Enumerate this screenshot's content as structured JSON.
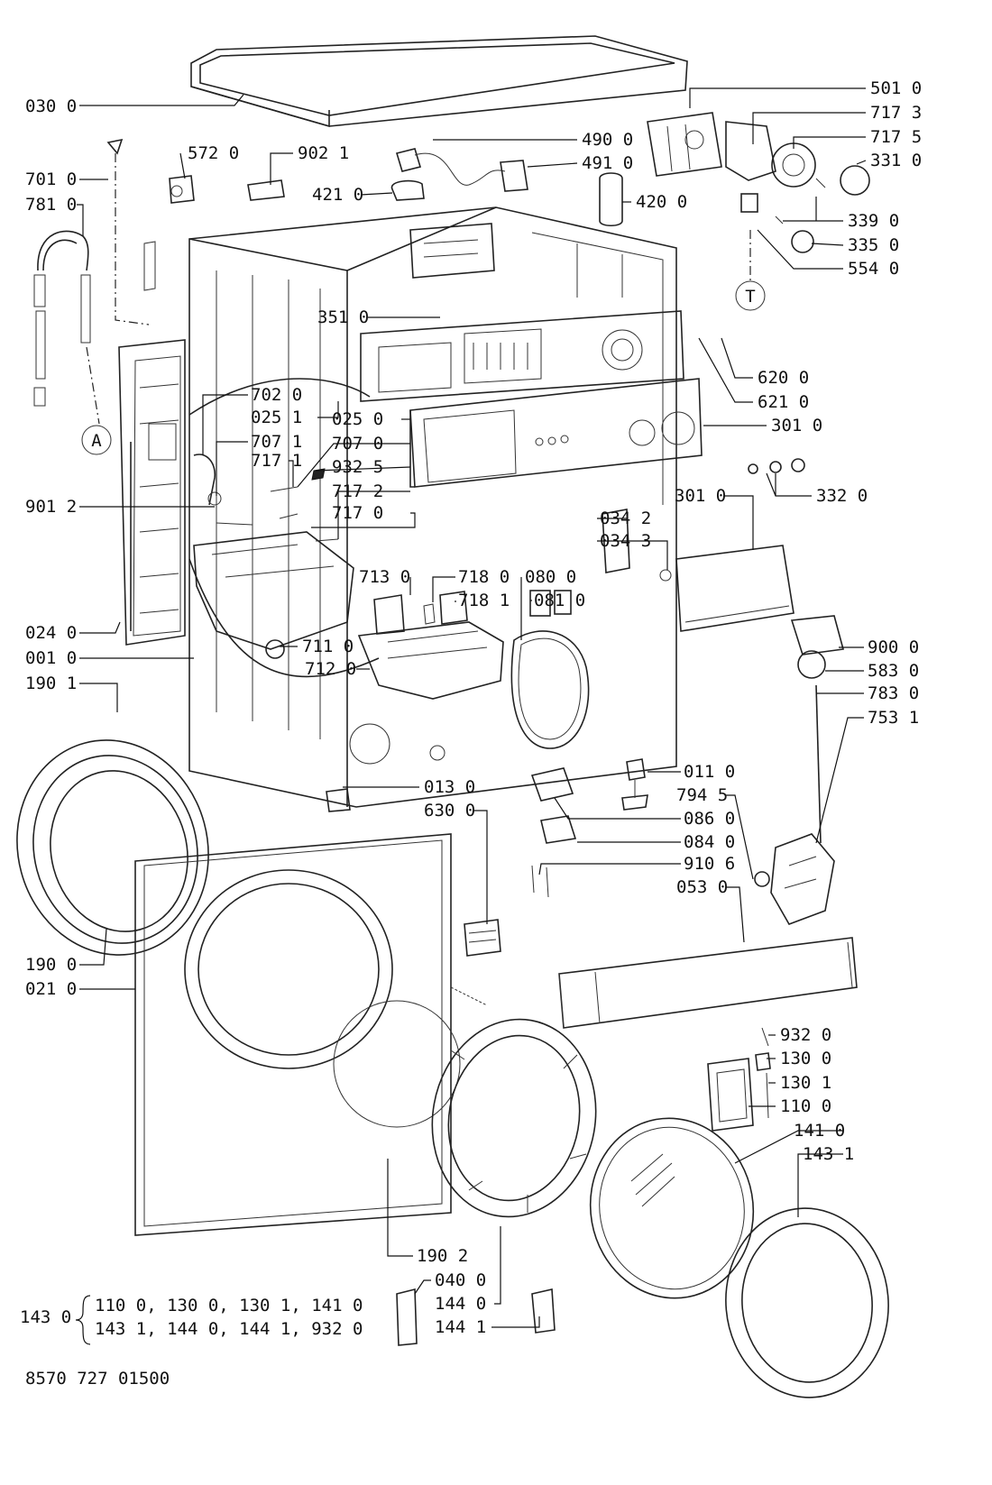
{
  "labels": {
    "l030": "030 0",
    "l501": "501 0",
    "l7173": "717 3",
    "l7175": "717 5",
    "l331": "331 0",
    "l572": "572 0",
    "l9021": "902 1",
    "l490": "490 0",
    "l491": "491 0",
    "l701": "701 0",
    "l781": "781 0",
    "l421": "421 0",
    "l420": "420 0",
    "l339": "339 0",
    "l335": "335 0",
    "l554": "554 0",
    "l351": "351 0",
    "l620": "620 0",
    "l621": "621 0",
    "l702": "702 0",
    "l0251": "025 1",
    "l025": "025 0",
    "l301a": "301 0",
    "l7071": "707 1",
    "l707": "707 0",
    "l7171": "717 1",
    "l9325": "932 5",
    "l9012": "901 2",
    "l7172": "717 2",
    "l717": "717 0",
    "l332": "332 0",
    "l301b": "301 0",
    "l0342": "034 2",
    "l0343": "034 3",
    "l713": "713 0",
    "l718": "718 0",
    "l7181": "718 1",
    "l080": "080 0",
    "l081": "081 0",
    "l024": "024 0",
    "l001": "001 0",
    "l711": "711 0",
    "l712": "712 0",
    "l900": "900 0",
    "l583": "583 0",
    "l1901": "190 1",
    "l783": "783 0",
    "l7531": "753 1",
    "l011": "011 0",
    "l013": "013 0",
    "l630": "630 0",
    "l7945": "794 5",
    "l086": "086 0",
    "l084": "084 0",
    "l9106": "910 6",
    "l053": "053 0",
    "l190": "190 0",
    "l021": "021 0",
    "l932": "932 0",
    "l130": "130 0",
    "l1301": "130 1",
    "l110": "110 0",
    "l141": "141 0",
    "l1431": "143 1",
    "l1902": "190 2",
    "l040": "040 0",
    "l144": "144 0",
    "l1441": "144 1",
    "l143": "143 0"
  },
  "markers": {
    "a": "A",
    "t": "T"
  },
  "group_143": {
    "line1": "110 0, 130 0, 130 1, 141 0",
    "line2": "143 1, 144 0, 144 1, 932 0"
  },
  "footer_code": "8570 727 01500"
}
